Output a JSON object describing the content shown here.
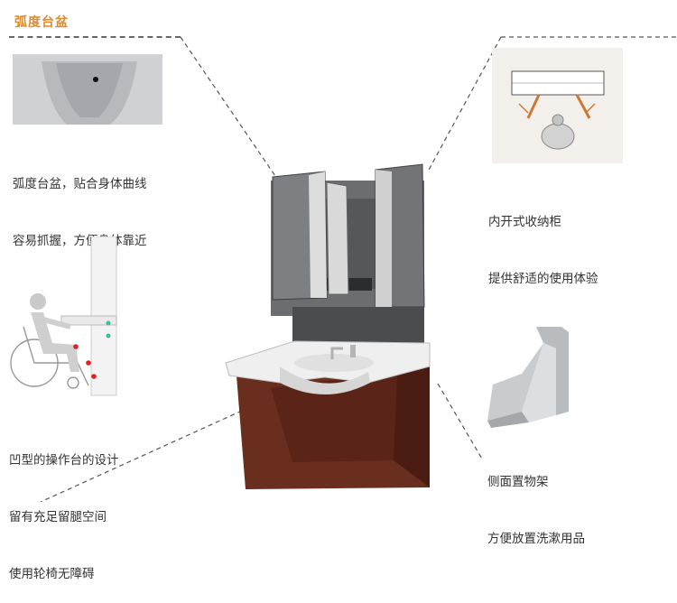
{
  "section_title": "弧度台盆",
  "captions": {
    "basin": [
      "弧度台盆，贴合身体曲线",
      "容易抓握，方便身体靠近"
    ],
    "cabinet": [
      "内开式收纳柜",
      "提供舒适的使用体验"
    ],
    "counter": [
      "凹型的操作台的设计",
      "留有充足留腿空间",
      "使用轮椅无障碍"
    ],
    "shelf": [
      "侧面置物架",
      "方便放置洗漱用品"
    ]
  }
}
